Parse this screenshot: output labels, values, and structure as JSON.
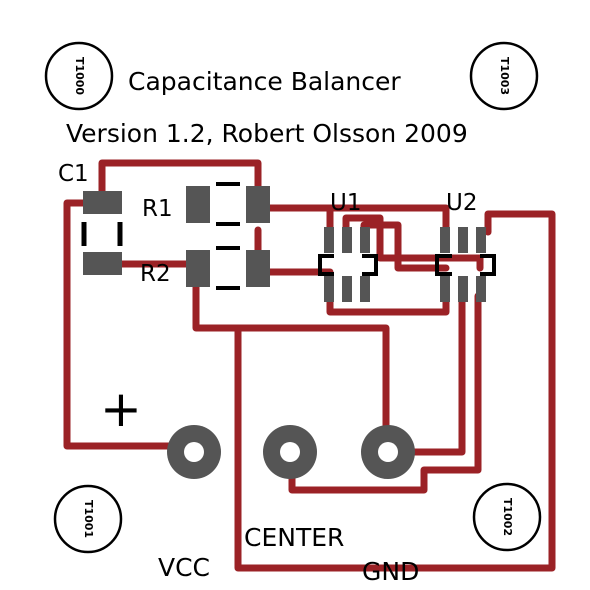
{
  "board": {
    "title": "Capacitance Balancer",
    "version": "Version 1.2, Robert Olsson 2009"
  },
  "labels": {
    "c1": "C1",
    "r1": "R1",
    "r2": "R2",
    "u1": "U1",
    "u2": "U2",
    "plus": "+",
    "vcc": "VCC",
    "center": "CENTER",
    "gnd": "GND"
  },
  "mounting_holes": {
    "top_left": "T1000",
    "top_right": "T1003",
    "bottom_left": "T1001",
    "bottom_right": "T1002"
  },
  "colors": {
    "trace": "#9b2226",
    "pad": "#555555",
    "silkscreen": "#000000",
    "background": "#ffffff"
  }
}
